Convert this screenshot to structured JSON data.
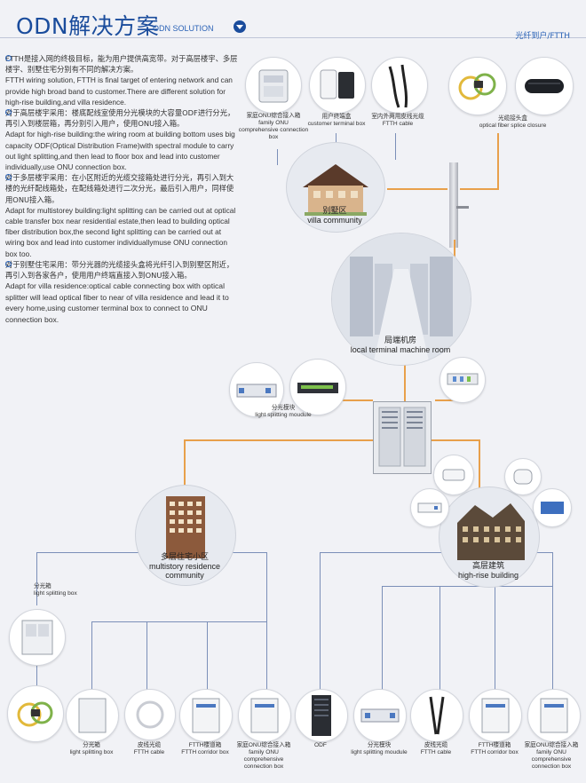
{
  "header": {
    "title": "ODN解决方案",
    "subtitle": "ODN SOLUTION",
    "tag": "光纤到户/FTTH"
  },
  "intro": {
    "p1_cn": "FTTH是接入网的终极目标，能为用户提供高宽带。对于高层楼宇、多层楼宇、别墅住宅分别有不同的解决方案。",
    "p1_en": "FTTH wiring solution, FTTH is final target of entering network and can provide high broad band to customer.There are different solution for high-rise building,and villa residence.",
    "p2_cn": "对于高层楼宇采用：楼底配线室使用分光模块的大容量ODF进行分光，再引入到楼层箱，再分别引入用户，使用ONU接入箱。",
    "p2_en": "Adapt for high-rise building:the wiring room at building bottom uses big capacity ODF(Optical Distribution Frame)with spectral module to carry out light splitting,and then lead to floor box and lead into customer individually,use ONU connection box.",
    "p3_cn": "对于多层楼宇采用：在小区附近的光缆交接箱处进行分光，再引入到大楼的光纤配线箱处，在配线箱处进行二次分光，最后引入用户，同样使用ONU接入箱。",
    "p3_en": "Adapt for multistorey building:light splitting can be carried out at optical cable transfer box near residential estate,then lead to building optical fiber distribution box,the second light splitting can be carried out at wiring box and lead into customer individuallymuse ONU connection box too.",
    "p4_cn": "对于别墅住宅采用：带分光器的光缆接头盒将光纤引入到别墅区附近，再引入到各家各户，使用用户终端直接入到ONU接入箱。",
    "p4_en": "Adapt for villa residence:optical cable connecting box with optical splitter will lead optical fiber to near of villa residence and lead it to every home,using customer terminal box to connect to ONU connection box."
  },
  "villa_products": [
    {
      "cn": "家庭ONU综合接入箱",
      "en": "family ONU comprehensive connection box"
    },
    {
      "cn": "用户终端盒",
      "en": "customer terminal box"
    },
    {
      "cn": "室内外两用皮线光缆",
      "en": "FTTH cable"
    },
    {
      "cn": "光缆接头盒",
      "en": "optical fiber splice closure"
    }
  ],
  "hubs": {
    "villa": {
      "cn": "别墅区",
      "en": "villa community"
    },
    "machine": {
      "cn": "局端机房",
      "en": "local terminal machine room"
    },
    "multi": {
      "cn": "多层住宅小区",
      "en": "multistory residence community"
    },
    "high": {
      "cn": "高层建筑",
      "en": "high-rise building"
    }
  },
  "splitting_module": {
    "cn": "分光模块",
    "en": "light splitting moudule"
  },
  "splitting_box_side": {
    "cn": "分光箱",
    "en": "light splitting box"
  },
  "bottom_products": [
    {
      "cn": "分光箱",
      "en": "light splitting box"
    },
    {
      "cn": "皮线光缆",
      "en": "FTTH cable"
    },
    {
      "cn": "FTTH楼道箱",
      "en": "FTTH corridor box"
    },
    {
      "cn": "家庭ONU综合接入箱",
      "en": "family ONU comprehensive connection box"
    },
    {
      "cn": "ODF",
      "en": ""
    },
    {
      "cn": "分光模块",
      "en": "light splitting moudule"
    },
    {
      "cn": "皮线光缆",
      "en": "FTTH cable"
    },
    {
      "cn": "FTTH楼道箱",
      "en": "FTTH corridor box"
    },
    {
      "cn": "家庭ONU综合接入箱",
      "en": "family ONU comprehensive connection box"
    }
  ],
  "colors": {
    "accent": "#1a4c9c",
    "line_orange": "#e8a04b",
    "line_blue": "#7b8fb8",
    "background": "#f1f2f6"
  }
}
